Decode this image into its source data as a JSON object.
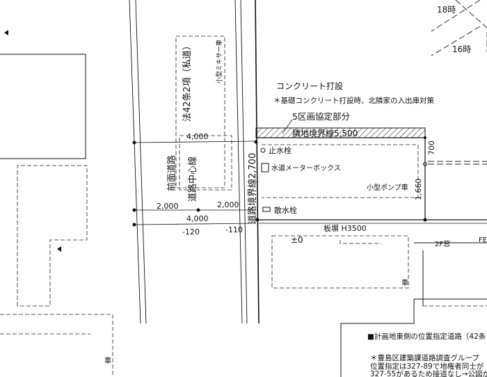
{
  "labels": {
    "time_18": "18時",
    "time_16": "16時",
    "concrete_title": "コンクリート打設",
    "concrete_note": "＊基礎コンクリート打設時、北隣家の入出庫対策",
    "district_agreement": "5区画協定部分",
    "neighbor_boundary": "隣地境界線5,500",
    "stop_valve": "止水栓",
    "water_meter_box": "水道メーターボックス",
    "sprinkler_valve": "散水栓",
    "pump_truck": "小型ポンプ車",
    "mixer_truck": "小型ミキサー車",
    "private_road": "法42条2項（私道）",
    "front_road": "前面道路",
    "road_center": "道路中心線",
    "road_boundary": "道路境界線2,700",
    "fence": "板塀 H3500",
    "plus_minus_zero": "±0",
    "second_floor_window": "2F窓",
    "car_a": "車",
    "car_b": "車",
    "fe_partial": "FE",
    "note_east": "■計画地東側の位置指定道路（42条",
    "note_toshima": "＊豊島区建築課道路調査グループ　フク",
    "note_designation": "位置指定は327-89で地権者同士が",
    "note_connection": "327-55があるため接道なし→公図が"
  },
  "dimensions": {
    "d4000_top": "4,000",
    "d2000_left": "2,000",
    "d2000_right": "2,000",
    "d4000_bottom": "4,000",
    "level_minus120": "-120",
    "level_minus110": "-110",
    "d700": "700",
    "d1660": "1,660"
  }
}
